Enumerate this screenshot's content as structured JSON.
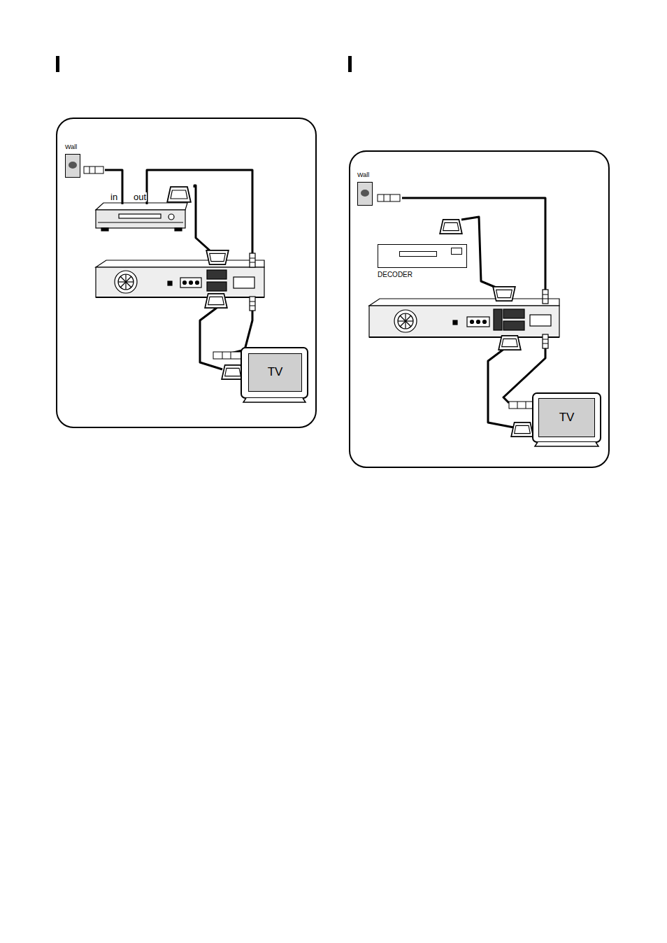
{
  "diagram": {
    "nodes": [
      {
        "text": [
          "Wall"
        ]
      },
      {
        "text": [
          "TV"
        ]
      },
      {
        "text": [
          "Wall"
        ]
      },
      {
        "text": [
          "DECODER"
        ]
      },
      {
        "text": [
          "TV"
        ]
      }
    ],
    "labels": [
      "in",
      "out"
    ]
  }
}
